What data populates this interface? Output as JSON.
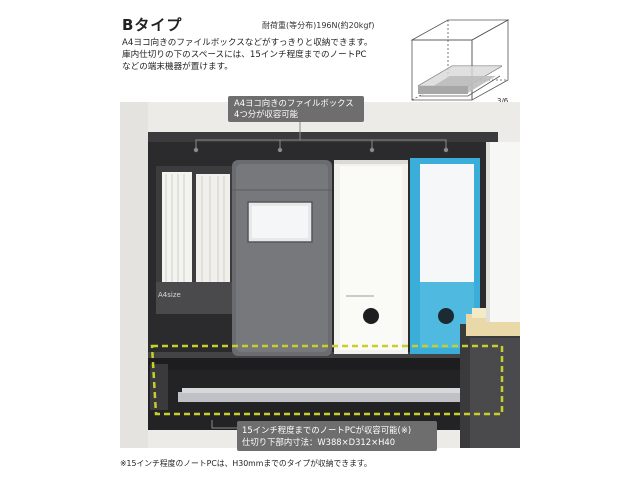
{
  "header": {
    "type_title": "Bタイプ",
    "load_spec": "耐荷重(等分布)196N(約20kgf)"
  },
  "description": {
    "lines": [
      "A4ヨコ向きのファイルボックスなどがすっきりと収納できます。",
      "庫内仕切りの下のスペースには、15インチ程度までのノートPC",
      "などの端末機器が置けます。"
    ]
  },
  "diagram": {
    "label": "3/6"
  },
  "photo": {
    "box_label": "A4size",
    "callout_top": [
      "A4ヨコ向きのファイルボックス",
      "4つ分が収容可能"
    ],
    "callout_bottom": [
      "15インチ程度までのノートPCが収容可能(※)",
      "仕切り下部内寸法：W388×D312×H40"
    ]
  },
  "footnote": "※15インチ程度のノートPCは、H30mmまでのタイプが収納できます。",
  "colors": {
    "callout_bg": "#6e6e6e",
    "highlight_dash": "#c8cf2a",
    "teal_file": "#3aaed8",
    "felt_gray": "#6b6c70"
  }
}
